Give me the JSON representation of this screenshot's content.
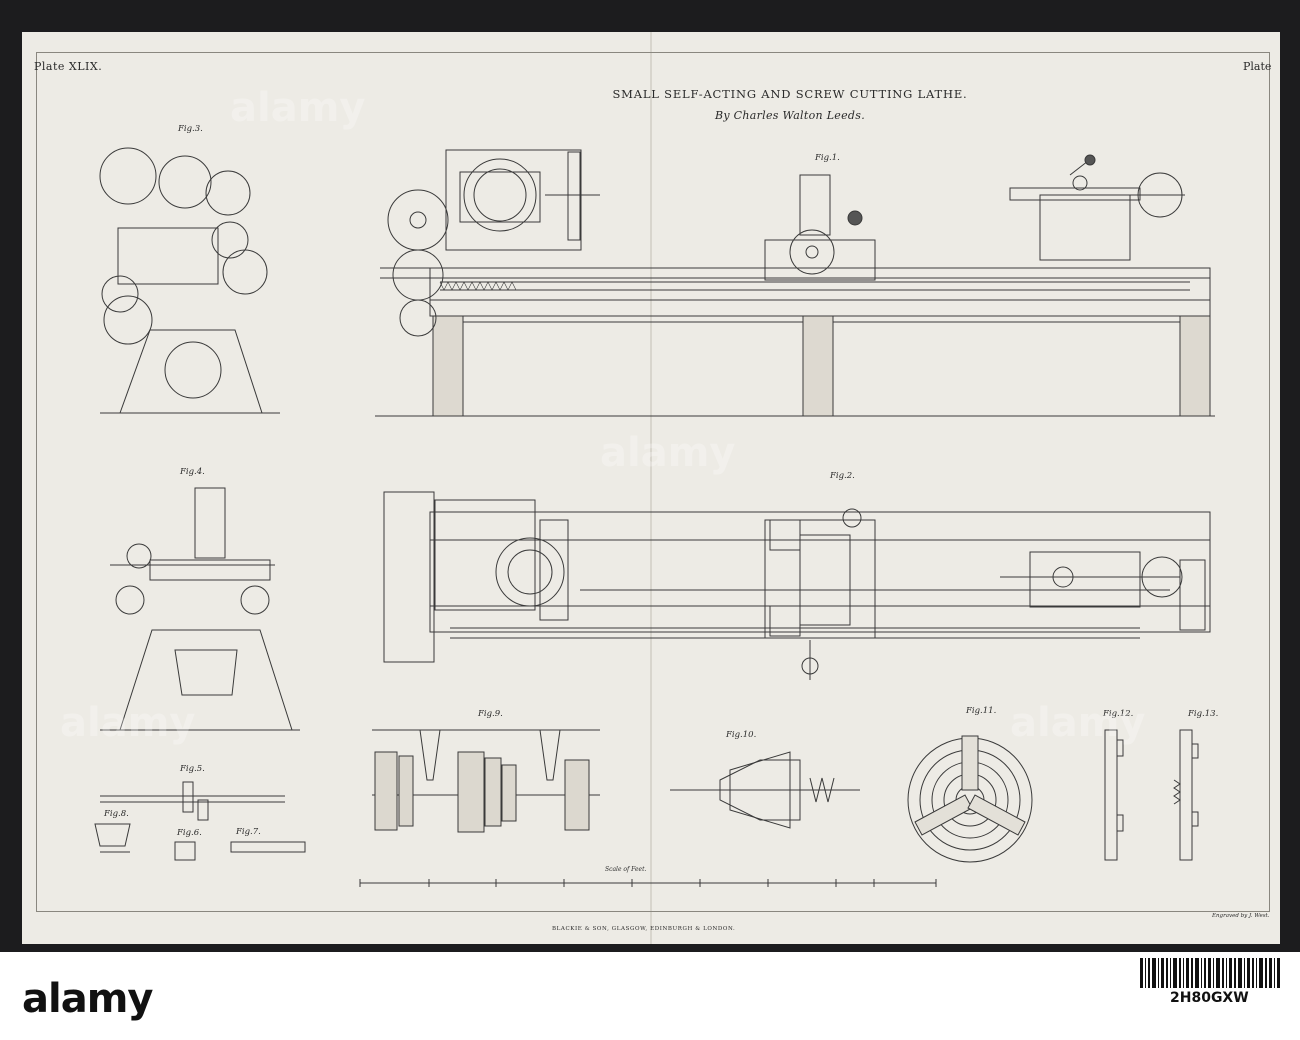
{
  "plate": {
    "number_left": "Plate XLIX.",
    "number_right": "Plate",
    "title": "SMALL SELF-ACTING AND SCREW CUTTING LATHE.",
    "byline": "By Charles Walton Leeds.",
    "scale_label": "Scale of Feet.",
    "publisher": "BLACKIE & SON, GLASGOW, EDINBURGH & LONDON.",
    "engraver": "Engraved by J. West."
  },
  "figures": {
    "fig1": "Fig.1.",
    "fig2": "Fig.2.",
    "fig3": "Fig.3.",
    "fig4": "Fig.4.",
    "fig5": "Fig.5.",
    "fig6": "Fig.6.",
    "fig7": "Fig.7.",
    "fig8": "Fig.8.",
    "fig9": "Fig.9.",
    "fig10": "Fig.10.",
    "fig11": "Fig.11.",
    "fig12": "Fig.12.",
    "fig13": "Fig.13."
  },
  "watermark": {
    "brand": "alamy",
    "image_id": "2H80GXW"
  },
  "colors": {
    "paper": "#edebe5",
    "ink": "#2a2a2a",
    "backing": "#1c1c1e"
  }
}
